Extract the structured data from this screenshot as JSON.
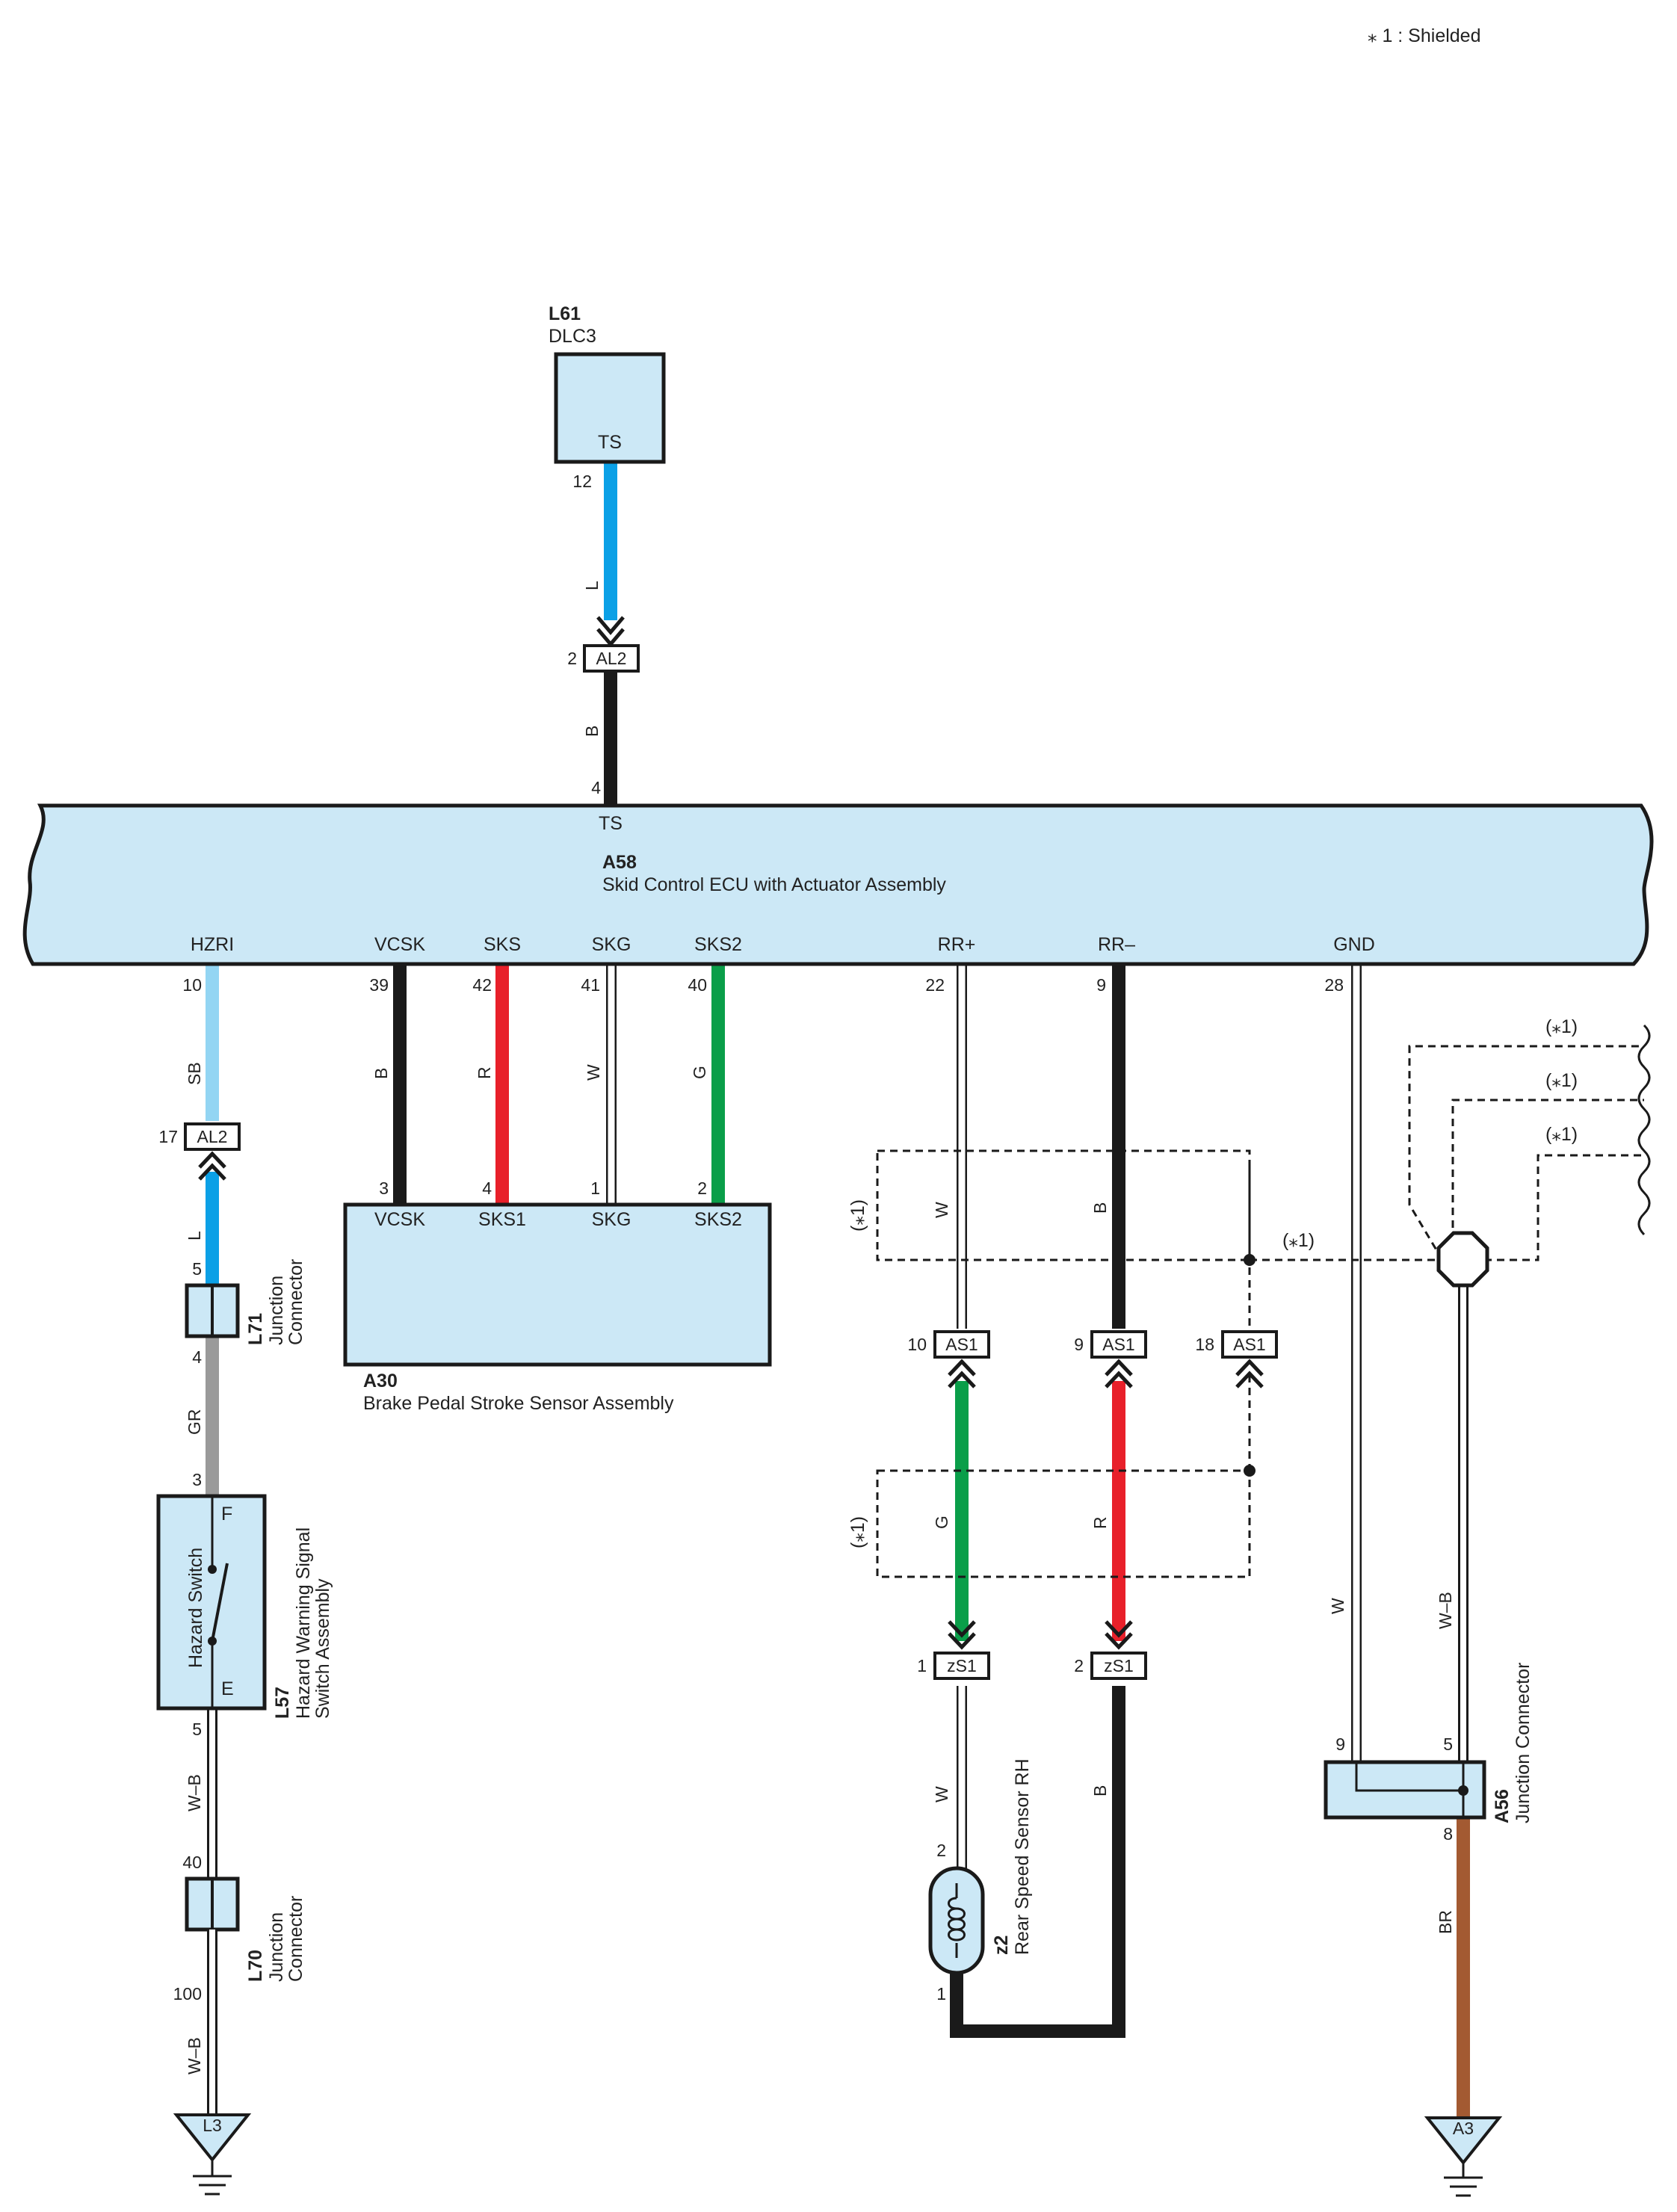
{
  "note": "⁎ 1 : Shielded",
  "shield_mark": "(⁎1)",
  "components": {
    "l61": {
      "code": "L61",
      "name": "DLC3",
      "pin_name": "TS"
    },
    "a58": {
      "code": "A58",
      "name": "Skid Control ECU with Actuator Assembly",
      "top_pin": "TS",
      "pins": [
        "HZRI",
        "VCSK",
        "SKS",
        "SKG",
        "SKS2",
        "RR+",
        "RR–",
        "GND"
      ]
    },
    "a30": {
      "code": "A30",
      "name": "Brake Pedal Stroke Sensor Assembly",
      "pins": [
        "VCSK",
        "SKS1",
        "SKG",
        "SKS2"
      ]
    },
    "l71": {
      "code": "L71",
      "name": "Junction Connector"
    },
    "l57": {
      "code": "L57",
      "name": "Hazard Warning Signal Switch Assembly",
      "switch_label": "Hazard Switch",
      "pin_f": "F",
      "pin_e": "E"
    },
    "l70": {
      "code": "L70",
      "name": "Junction Connector"
    },
    "z2": {
      "code": "z2",
      "name": "Rear Speed Sensor RH"
    },
    "a56": {
      "code": "A56",
      "name": "Junction Connector"
    }
  },
  "connectors": {
    "al2_top": {
      "name": "AL2",
      "pin": "2"
    },
    "al2_left": {
      "name": "AL2",
      "pin": "17"
    },
    "as1_a": {
      "name": "AS1",
      "pin": "10"
    },
    "as1_b": {
      "name": "AS1",
      "pin": "9"
    },
    "as1_c": {
      "name": "AS1",
      "pin": "18"
    },
    "zs1_a": {
      "name": "zS1",
      "pin": "1"
    },
    "zs1_b": {
      "name": "zS1",
      "pin": "2"
    }
  },
  "grounds": {
    "l3": "L3",
    "a3": "A3"
  },
  "pins": {
    "dlc_ts": "12",
    "ecu_ts": "4",
    "hzri": "10",
    "l71_in": "5",
    "l71_out": "4",
    "l57_f": "3",
    "l57_e": "5",
    "l70_in": "40",
    "l70_out": "100",
    "vcsk": "39",
    "sks": "42",
    "skg": "41",
    "sks2": "40",
    "a30_vcsk": "3",
    "a30_sks1": "4",
    "a30_skg": "1",
    "a30_sks2": "2",
    "rrp": "22",
    "rrm": "9",
    "gnd": "28",
    "z2_2": "2",
    "z2_1": "1",
    "a56_9": "9",
    "a56_5": "5",
    "a56_8": "8"
  },
  "wire_colors": {
    "l_top": "L",
    "b_top": "B",
    "sb": "SB",
    "l_left": "L",
    "gr": "GR",
    "wb1": "W–B",
    "wb2": "W–B",
    "b_vcsk": "B",
    "r_sks": "R",
    "w_skg": "W",
    "g_sks2": "G",
    "w_rrp": "W",
    "b_rrm": "B",
    "g_low": "G",
    "r_low": "R",
    "w_z2": "W",
    "b_z2": "B",
    "w_gnd": "W",
    "wb_gnd": "W–B",
    "br": "BR"
  },
  "colors": {
    "L": "#0ba0e6",
    "SB": "#93d5f3",
    "B": "#1a1a1a",
    "R": "#e8202a",
    "G": "#0a9e49",
    "W": "#ffffff",
    "GR": "#9a9a9a",
    "BR": "#a35a32",
    "fill": "#cce8f6"
  }
}
